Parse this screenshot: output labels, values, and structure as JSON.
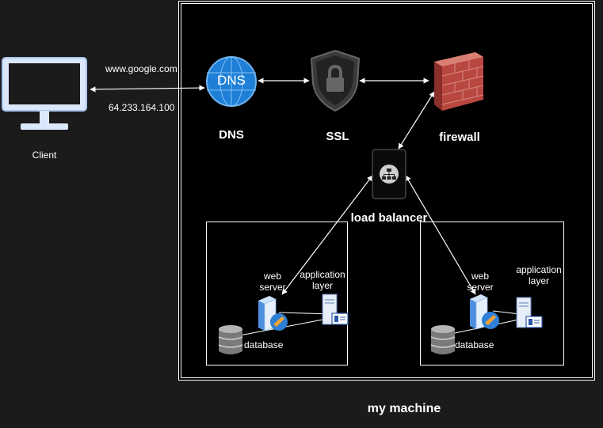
{
  "client": {
    "label": "Client",
    "url_text": "www.google.com",
    "ip_text": "64.233.164.100"
  },
  "dns": {
    "icon_text": "DNS",
    "label": "DNS"
  },
  "ssl": {
    "label": "SSL"
  },
  "firewall": {
    "label": "firewall"
  },
  "load_balancer": {
    "label": "load balancer"
  },
  "left_stack": {
    "web_server": "web\nserver",
    "app_layer": "application\nlayer",
    "database": "database"
  },
  "right_stack": {
    "web_server": "web\nserver",
    "app_layer": "application\nlayer",
    "database": "database"
  },
  "machine": {
    "label": "my machine"
  },
  "colors": {
    "background": "#1b1b1b",
    "machine_fill": "#000000",
    "dns_blue": "#1f7fd6",
    "firewall_red": "#b8473f"
  }
}
